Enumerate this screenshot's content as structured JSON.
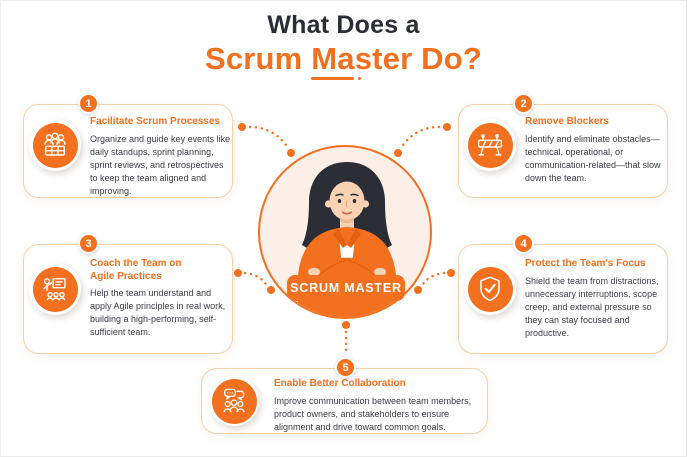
{
  "header": {
    "title_line1": "What Does a",
    "title_line2": "Scrum Master Do?"
  },
  "center": {
    "label": "SCRUM MASTER",
    "illustration": "scrum-master-woman-illustration"
  },
  "cards": [
    {
      "number": "1",
      "icon": "meeting-icon",
      "title": "Facilitate Scrum Processes",
      "body": "Organize and guide key events like daily standups, sprint planning, sprint reviews, and retrospectives to keep the team aligned and improving."
    },
    {
      "number": "2",
      "icon": "barrier-icon",
      "title": "Remove Blockers",
      "body": "Identify and eliminate obstacles—technical, operational, or communication-related—that slow down the team."
    },
    {
      "number": "3",
      "icon": "coach-icon",
      "title": "Coach the Team on Agile Practices",
      "body": "Help the team understand and apply Agile principles in real work, building a high-performing, self-sufficient team."
    },
    {
      "number": "4",
      "icon": "shield-check-icon",
      "title": "Protect the Team's Focus",
      "body": "Shield the team from distractions, unnecessary interruptions, scope creep, and external pressure so they can stay focused and productive."
    },
    {
      "number": "5",
      "icon": "collaboration-icon",
      "title": "Enable Better Collaboration",
      "body": "Improve communication between team members, product owners, and stakeholders to ensure alignment and drive toward common goals."
    }
  ],
  "colors": {
    "primary_orange": "#f3701f",
    "dark_orange": "#e2600f",
    "card_border": "#f9cfa9",
    "heading_text": "#2b2d35",
    "body_text": "#3b3d44",
    "circle_fill": "#fbefe7",
    "hair": "#2b2e35",
    "skin": "#f8d2b3"
  }
}
